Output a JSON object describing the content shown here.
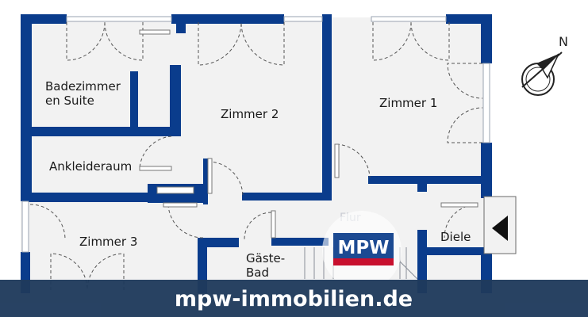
{
  "rooms": {
    "badezimmer_line1": "Badezimmer",
    "badezimmer_line2": "en Suite",
    "zimmer2": "Zimmer 2",
    "zimmer1": "Zimmer 1",
    "ankleideraum": "Ankleideraum",
    "zimmer3": "Zimmer 3",
    "gaeste_line1": "Gäste-",
    "gaeste_line2": "Bad",
    "diele": "Diele",
    "flur": "Flur"
  },
  "logo": {
    "text": "MPW"
  },
  "footer": {
    "website": "mpw-immobilien.de"
  },
  "compass": {
    "north": "N"
  },
  "colors": {
    "wall": "#0a3c8c",
    "floor": "#f2f2f2",
    "footer_band": "#1f3a5c",
    "logo_blue": "#1c4a92",
    "logo_red": "#c8102e"
  }
}
